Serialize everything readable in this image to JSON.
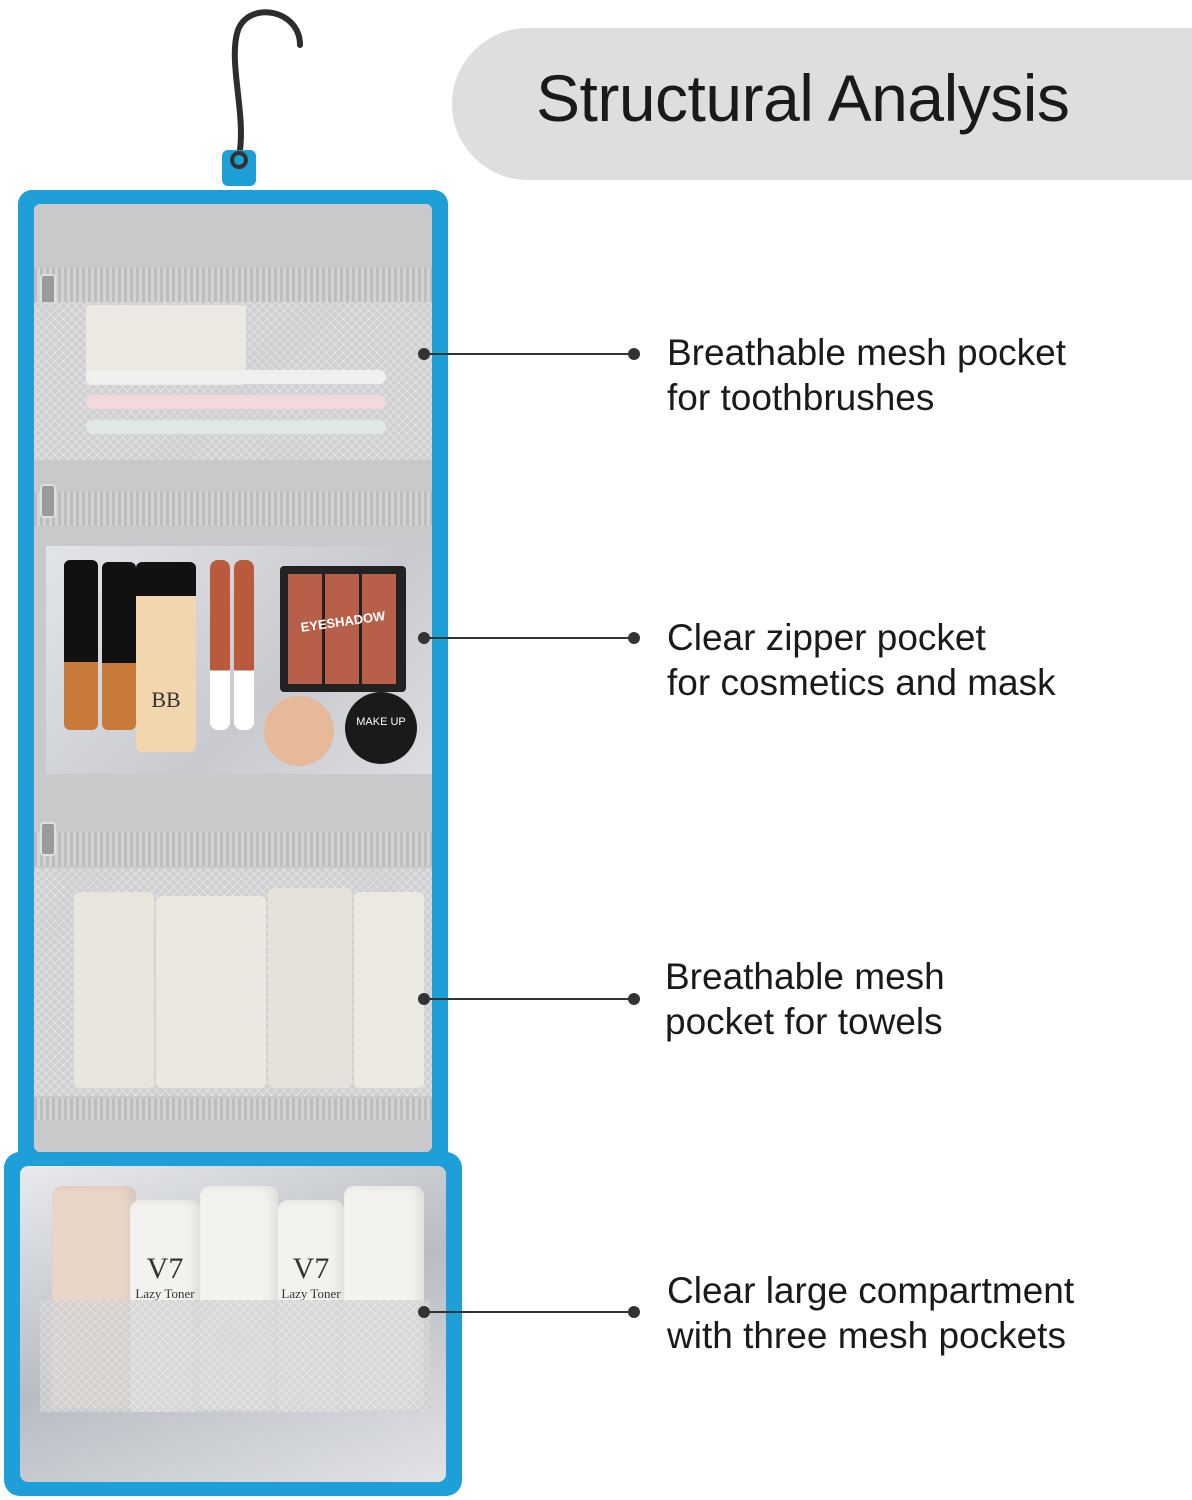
{
  "title": "Structural Analysis",
  "callouts": [
    {
      "line1": "Breathable mesh pocket",
      "line2": "for toothbrushes"
    },
    {
      "line1": "Clear zipper pocket",
      "line2": "for cosmetics and mask"
    },
    {
      "line1": "Breathable mesh",
      "line2": "pocket for towels"
    },
    {
      "line1": "Clear large compartment",
      "line2": "with three mesh pockets"
    }
  ],
  "product_labels": {
    "eyeshadow": "EYESHADOW",
    "bb": "BB",
    "makeup": "MAKE UP",
    "toner_brand": "V7",
    "toner_name": "Lazy Toner"
  },
  "colors": {
    "bag_trim": "#1e9fd8",
    "lining": "#c9c9cb",
    "title_bg": "#dedede"
  }
}
